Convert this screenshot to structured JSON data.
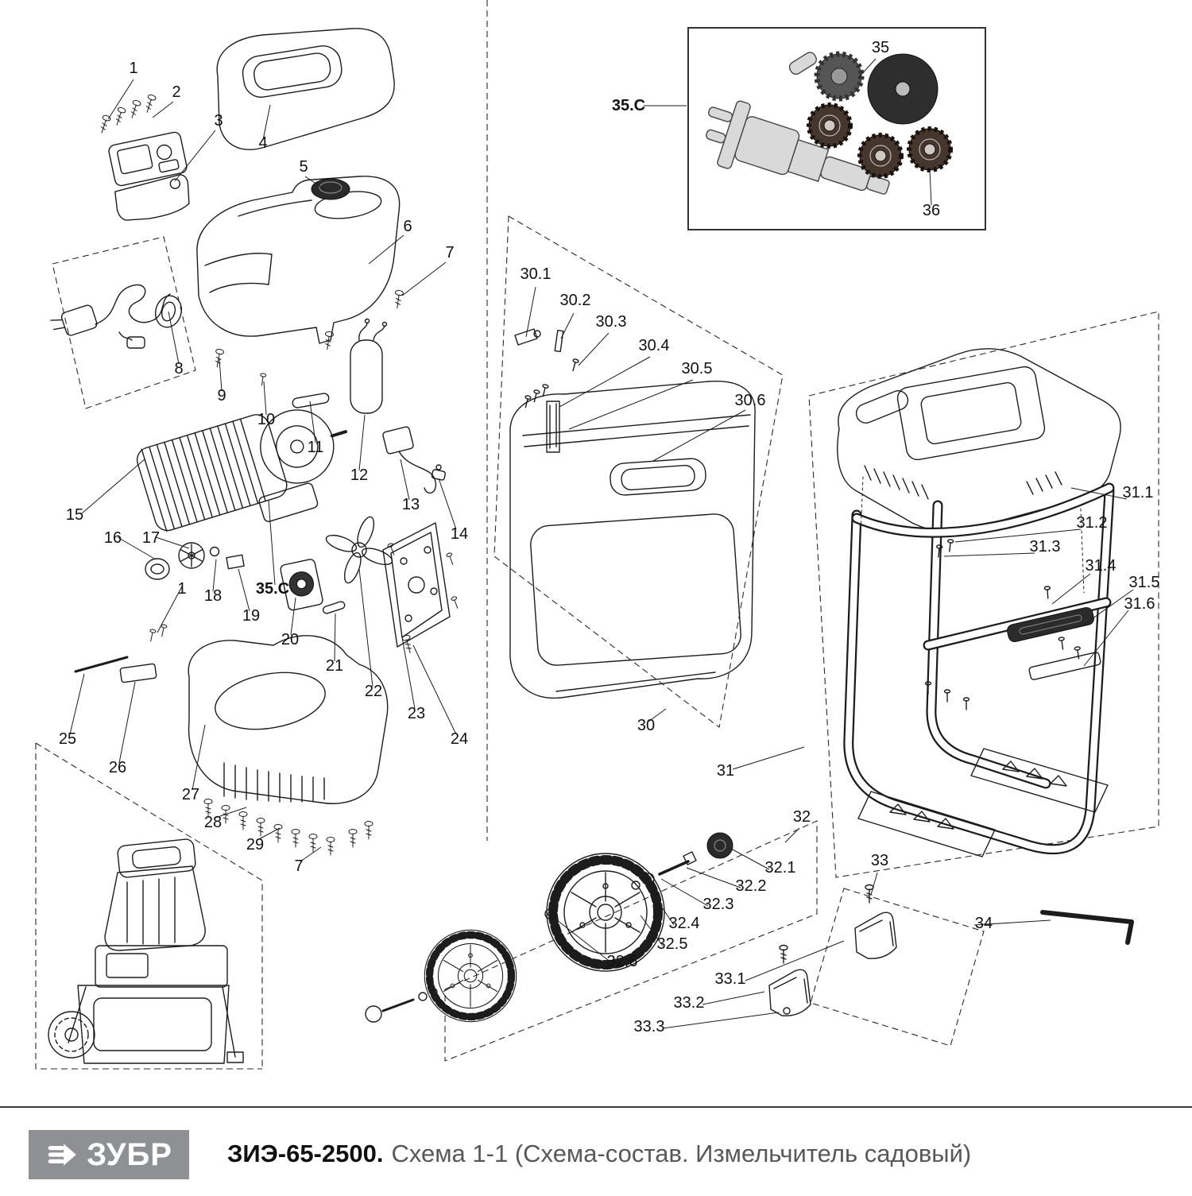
{
  "callouts": {
    "k1a": "1",
    "k2": "2",
    "k3": "3",
    "k4": "4",
    "k5": "5",
    "k6": "6",
    "k7a": "7",
    "k8": "8",
    "k9": "9",
    "k10": "10",
    "k11": "11",
    "k12": "12",
    "k13": "13",
    "k14": "14",
    "k15": "15",
    "k16": "16",
    "k17": "17",
    "k18": "18",
    "k19": "19",
    "k35c_a": "35.C",
    "k20": "20",
    "k21": "21",
    "k22": "22",
    "k23": "23",
    "k24": "24",
    "k1b": "1",
    "k25": "25",
    "k26": "26",
    "k27": "27",
    "k28": "28",
    "k29": "29",
    "k7b": "7",
    "k30_1": "30.1",
    "k30_2": "30.2",
    "k30_3": "30.3",
    "k30_4": "30.4",
    "k30_5": "30.5",
    "k30_6": "30.6",
    "k30": "30",
    "k31": "31",
    "k31_1": "31.1",
    "k31_2": "31.2",
    "k31_3": "31.3",
    "k31_4": "31.4",
    "k31_5": "31.5",
    "k31_6": "31.6",
    "k32": "32",
    "k32_1": "32.1",
    "k32_2": "32.2",
    "k32_3": "32.3",
    "k32_4": "32.4",
    "k32_5": "32.5",
    "k32_6": "32.6",
    "k33": "33",
    "k33_1": "33.1",
    "k33_2": "33.2",
    "k33_3": "33.3",
    "k34": "34",
    "k35": "35",
    "k35c_b": "35.C",
    "k36": "36"
  },
  "footer": {
    "brand": "ЗУБР",
    "model": "ЗИЭ-65-2500.",
    "subtitle": "Схема 1-1 (Схема-состав. Измельчитель садовый)"
  },
  "colors": {
    "line": "#1c1c1c",
    "accent_dark": "#2b2b2b",
    "logo_bg": "#8f9094"
  }
}
